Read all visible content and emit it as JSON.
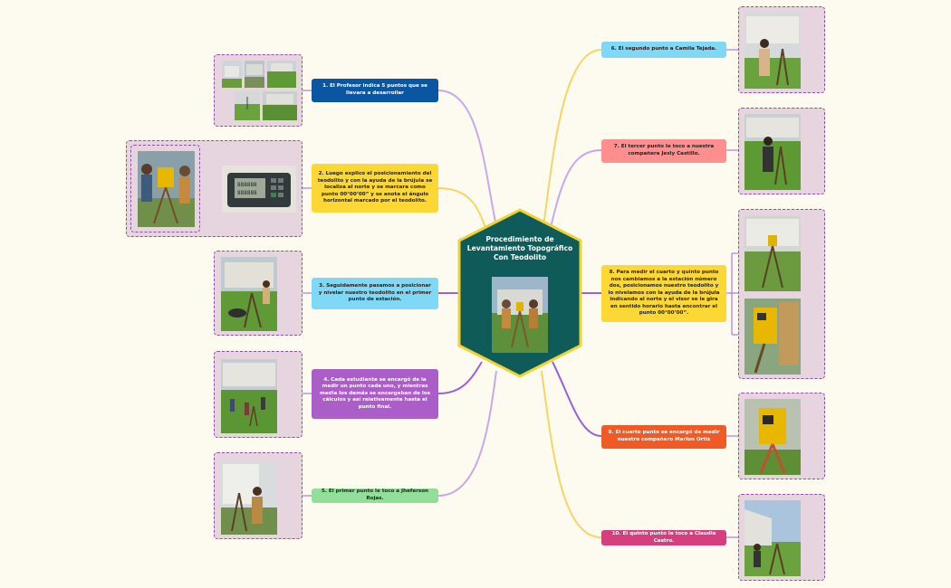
{
  "central": {
    "title": "Procedimiento de Levantamiento Topográfico Con Teodolito",
    "color": "#0f5b59",
    "border": "#f2d233"
  },
  "nodes": [
    {
      "id": "n1",
      "text": "1. El Profesor indica 5 puntos que se llevara a desarrollar",
      "bg": "#0a56a3",
      "fg": "#ffffff"
    },
    {
      "id": "n2",
      "text": "2. Luego explico el posicionamiento del teodolito y con la ayuda de la brújula se localiza al norte y se marcara como punto 00°00’00” y se anota el ángulo horizontal marcado por el teodolito.",
      "bg": "#fdd835",
      "fg": "#222222"
    },
    {
      "id": "n3",
      "text": "3. Seguidamente pasamos a posicionar y nivelar nuestro teodolito en el primer punto de estación.",
      "bg": "#80d8f7",
      "fg": "#222222"
    },
    {
      "id": "n4",
      "text": "4. Cada estudiante se encargó de la medir un punto cada uno, y mientras media los demás se encargaban de los cálculos y así relativamente hasta el punto final.",
      "bg": "#ab5ec7",
      "fg": "#ffffff"
    },
    {
      "id": "n5",
      "text": "5. El primer punto le toco a Jheferson Rojas.",
      "bg": "#90e09a",
      "fg": "#222222"
    },
    {
      "id": "n6",
      "text": "6. El segundo punto a Camila Tejada.",
      "bg": "#80d8f7",
      "fg": "#222222"
    },
    {
      "id": "n7",
      "text": "7. El tercer punto le toco a nuestra compañera Jesly Castillo.",
      "bg": "#ff8f8f",
      "fg": "#222222"
    },
    {
      "id": "n8",
      "text": "8. Para medir el cuarto y quinto punto nos cambiamos a la estación número dos, posicionamos nuestro teodolito y lo nivelamos con la ayuda de la brújula indicando al norte y el visor se le gira en sentido horario hasta encontrar el punto 00°00’00”.",
      "bg": "#fdd835",
      "fg": "#222222"
    },
    {
      "id": "n9",
      "text": "9. El cuarto punto se encargó de medir nuestro compañero Marlon Ortiz",
      "bg": "#f15a24",
      "fg": "#ffffff"
    },
    {
      "id": "n10",
      "text": "10. El quinto punto le toco a Claudia Castro.",
      "bg": "#d63f7d",
      "fg": "#ffffff"
    }
  ],
  "line_colors": {
    "purple": "#b184e0",
    "yellow": "#f6d466",
    "violet": "#9b5fd8"
  }
}
